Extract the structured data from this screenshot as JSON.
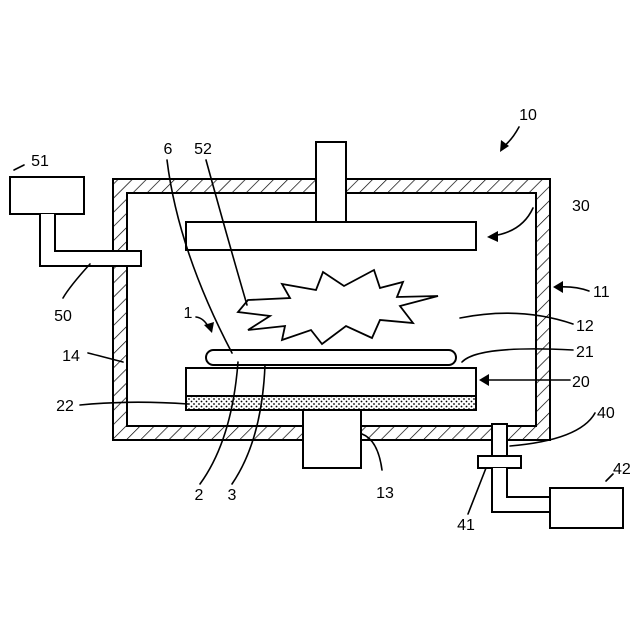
{
  "figure": {
    "labels": {
      "apparatus": "10",
      "chamber": "11",
      "plasma_space": "12",
      "chamber_bottom_port": "13",
      "chamber_wall": "14",
      "upper_electrode": "30",
      "stage": "20",
      "stage_surface": "21",
      "stage_layer": "22",
      "wafer": "1",
      "wafer_part_2": "2",
      "wafer_part_3": "3",
      "wafer_edge_6": "6",
      "gas_supply": "51",
      "gas_pipe": "50",
      "plasma": "52",
      "exhaust_pipe": "40",
      "valve": "41",
      "exhaust_pump": "42"
    }
  }
}
